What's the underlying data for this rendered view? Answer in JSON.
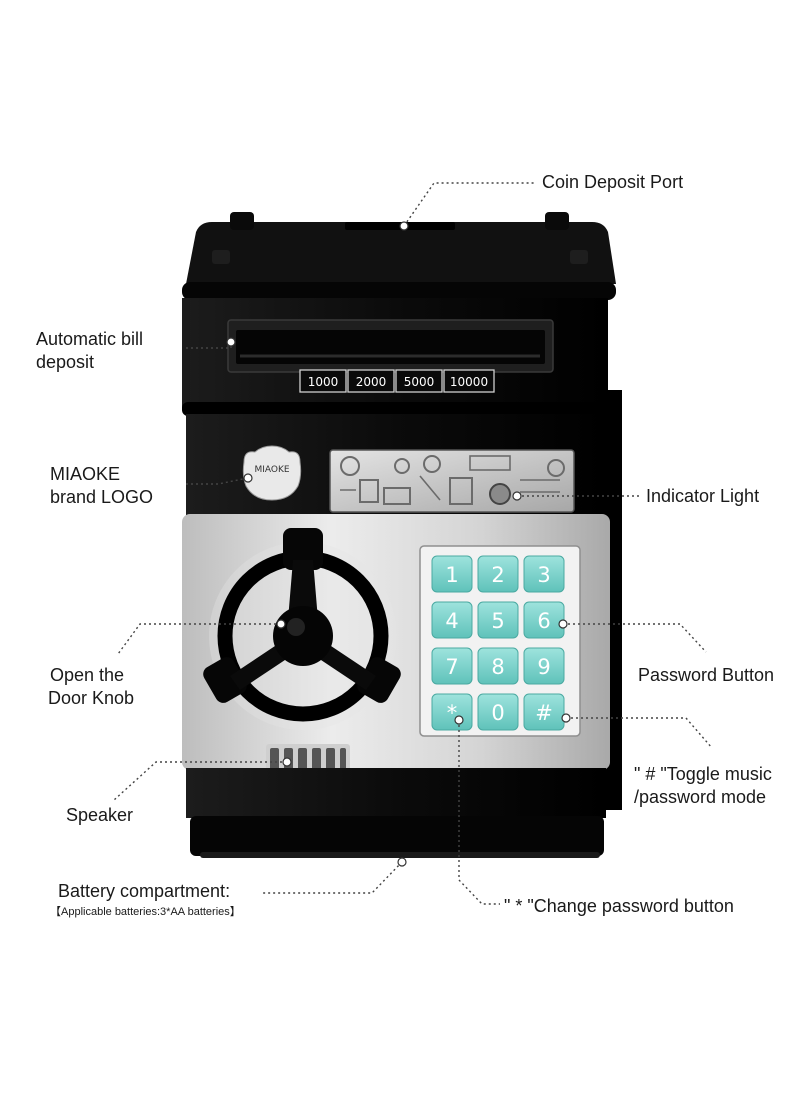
{
  "labels": {
    "coin_deposit_port": "Coin Deposit Port",
    "automatic_bill_line1": "Automatic bill",
    "automatic_bill_line2": "deposit",
    "logo_line1": "MIAOKE",
    "logo_line2": "brand LOGO",
    "indicator_light": "Indicator Light",
    "door_knob_line1": "Open the",
    "door_knob_line2": "Door Knob",
    "password_button": "Password Button",
    "hash_line1": "\" # \"Toggle music",
    "hash_line2": "/password mode",
    "speaker": "Speaker",
    "battery": "Battery compartment:",
    "battery_note": "【Applicable batteries:3*AA batteries】",
    "star_button": "\" * \"Change password button"
  },
  "device": {
    "logo_text": "MIAOKE",
    "bill_labels": [
      "1000",
      "2000",
      "5000",
      "10000"
    ],
    "keypad": [
      "1",
      "2",
      "3",
      "4",
      "5",
      "6",
      "7",
      "8",
      "9",
      "*",
      "0",
      "#"
    ]
  },
  "colors": {
    "body_black": "#0d0d0d",
    "panel_silver": "#d7d7d7",
    "key_teal": "#7ad3cc"
  }
}
